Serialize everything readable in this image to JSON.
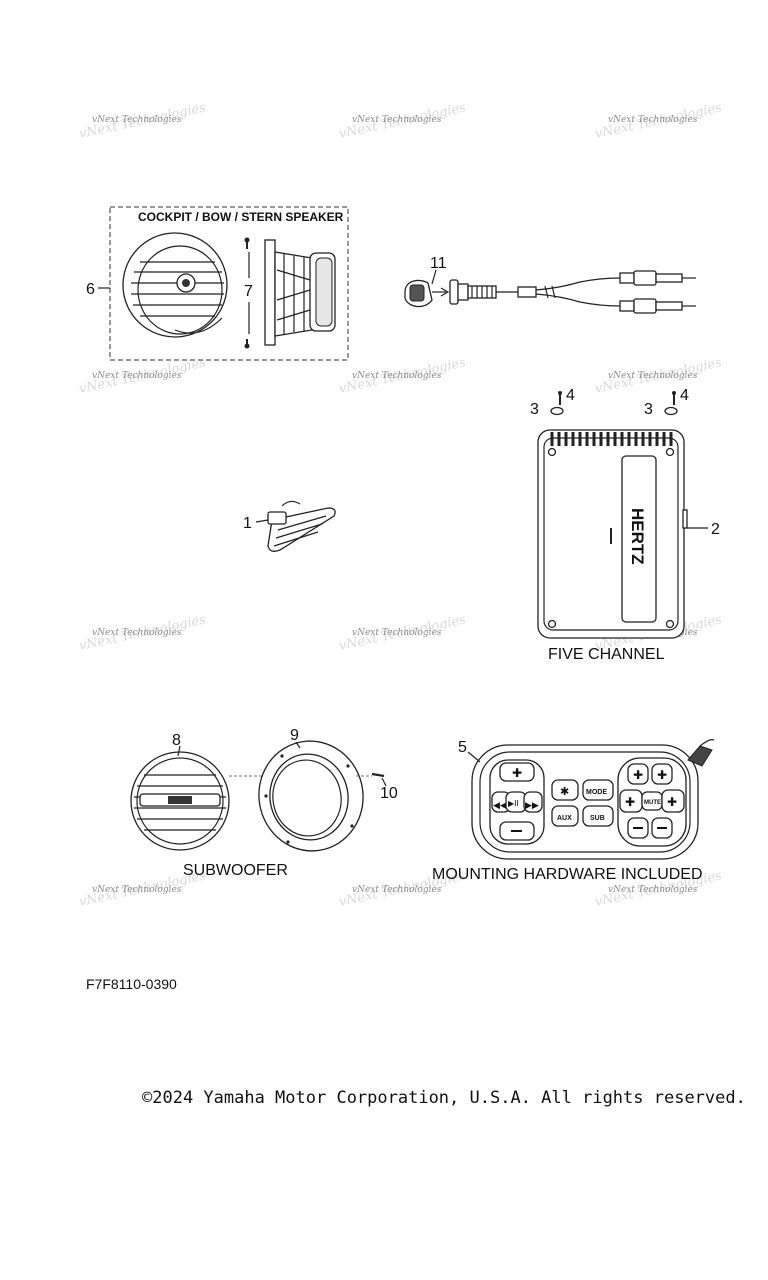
{
  "watermark": {
    "text": "vNext Technologies"
  },
  "diagram": {
    "box_title": "COCKPIT / BOW / STERN SPEAKER",
    "callouts": {
      "c1": "1",
      "c2": "2",
      "c3a": "3",
      "c3b": "3",
      "c4a": "4",
      "c4b": "4",
      "c5": "5",
      "c6": "6",
      "c7": "7",
      "c8": "8",
      "c9": "9",
      "c10": "10",
      "c11": "11"
    },
    "amplifier_brand": "HERTZ",
    "captions": {
      "five_channel": "FIVE CHANNEL",
      "subwoofer": "SUBWOOFER",
      "mounting": "MOUNTING HARDWARE INCLUDED"
    },
    "controller_buttons": {
      "mode": "MODE",
      "aux": "AUX",
      "sub": "SUB",
      "mute": "MUTE"
    }
  },
  "footer": {
    "code": "F7F8110-0390",
    "copyright": "©2024 Yamaha Motor Corporation, U.S.A. All rights reserved."
  }
}
